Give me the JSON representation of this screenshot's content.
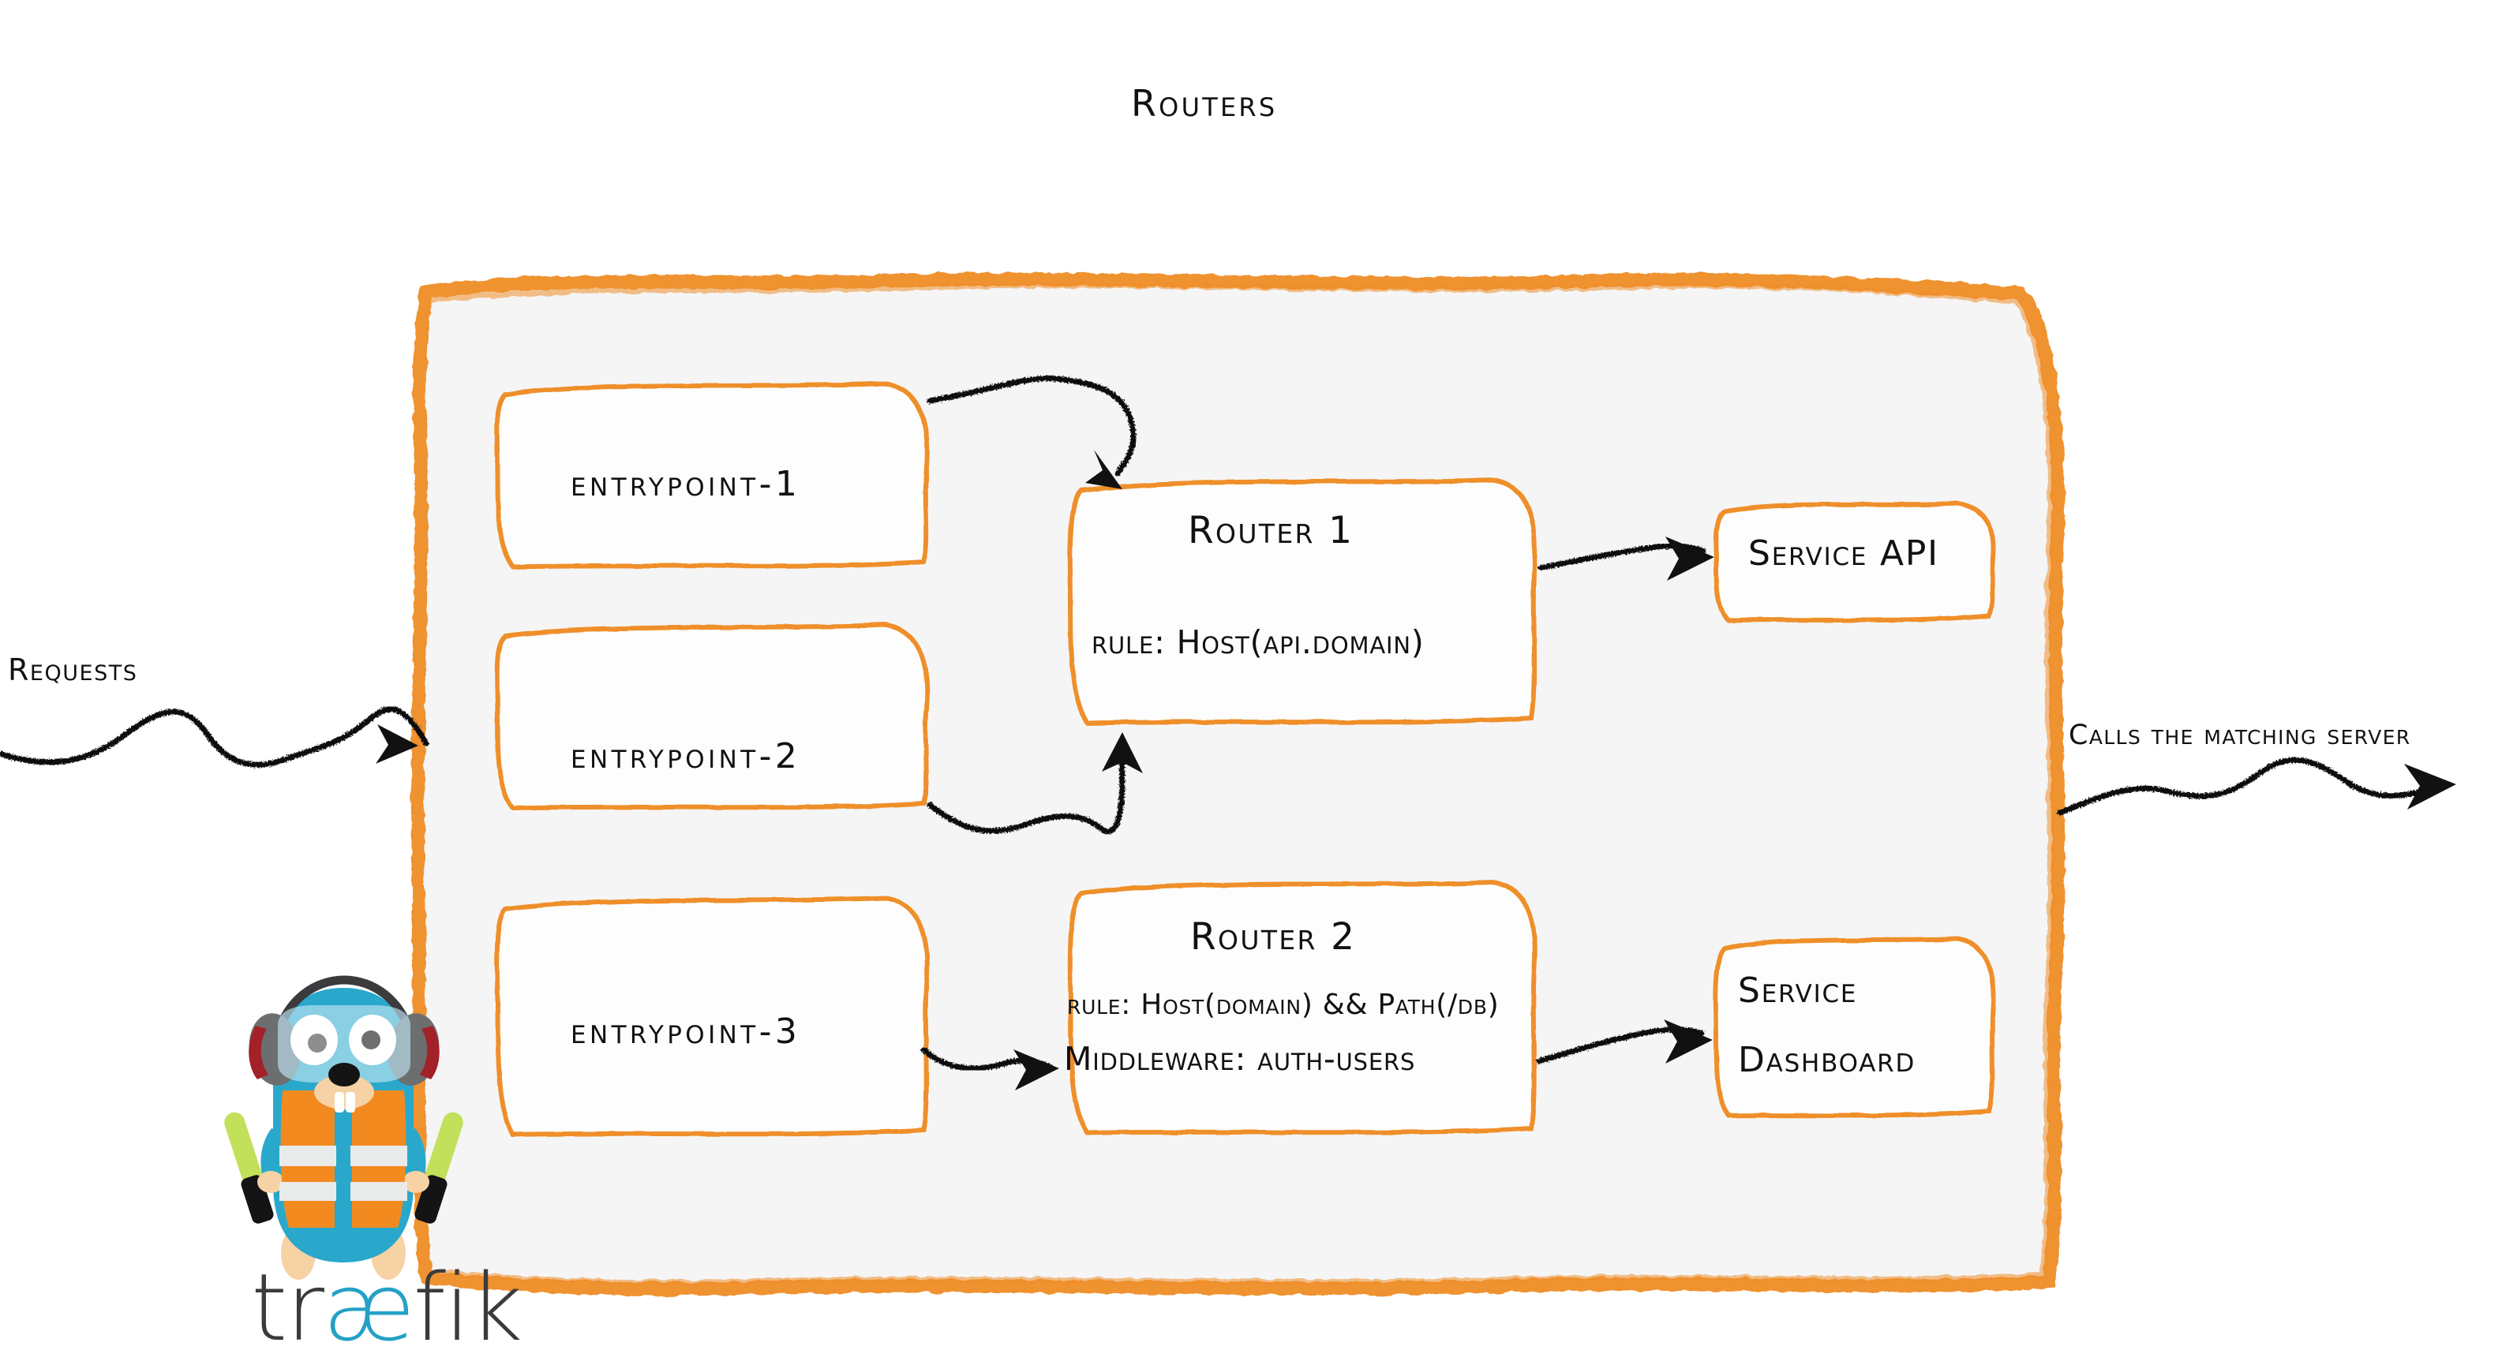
{
  "diagram": {
    "title": "Routers",
    "brand": "traefik",
    "colors": {
      "accent_orange": "#ef8f2a",
      "panel_fill": "#f5f5f5",
      "ink": "#111111",
      "brand_grey": "#3b3b3d",
      "brand_blue": "#24a1c6",
      "gopher_body": "#29a8cc",
      "vest_orange": "#f28a20",
      "wand_green": "#c2e05a",
      "ear_grey": "#6d6e70",
      "ear_red": "#a32128",
      "muzzle_tan": "#f6d2a4"
    }
  },
  "entrypoints": [
    {
      "label": "entrypoint-1"
    },
    {
      "label": "entrypoint-2"
    },
    {
      "label": "entrypoint-3"
    }
  ],
  "routers": [
    {
      "title": "Router 1",
      "rule": "rule: Host(api.domain)"
    },
    {
      "title": "Router 2",
      "rule": "rule: Host(domain) && Path(/db)",
      "middleware": "Middleware: auth-users"
    }
  ],
  "services": [
    {
      "label": "Service API"
    },
    {
      "line1": "Service",
      "line2": "Dashboard"
    }
  ],
  "annotations": {
    "requests": "Requests",
    "calls": "Calls the matching server"
  },
  "brand_wordmark": {
    "prefix": "tr",
    "ligature": "æ",
    "suffix": "fik"
  }
}
